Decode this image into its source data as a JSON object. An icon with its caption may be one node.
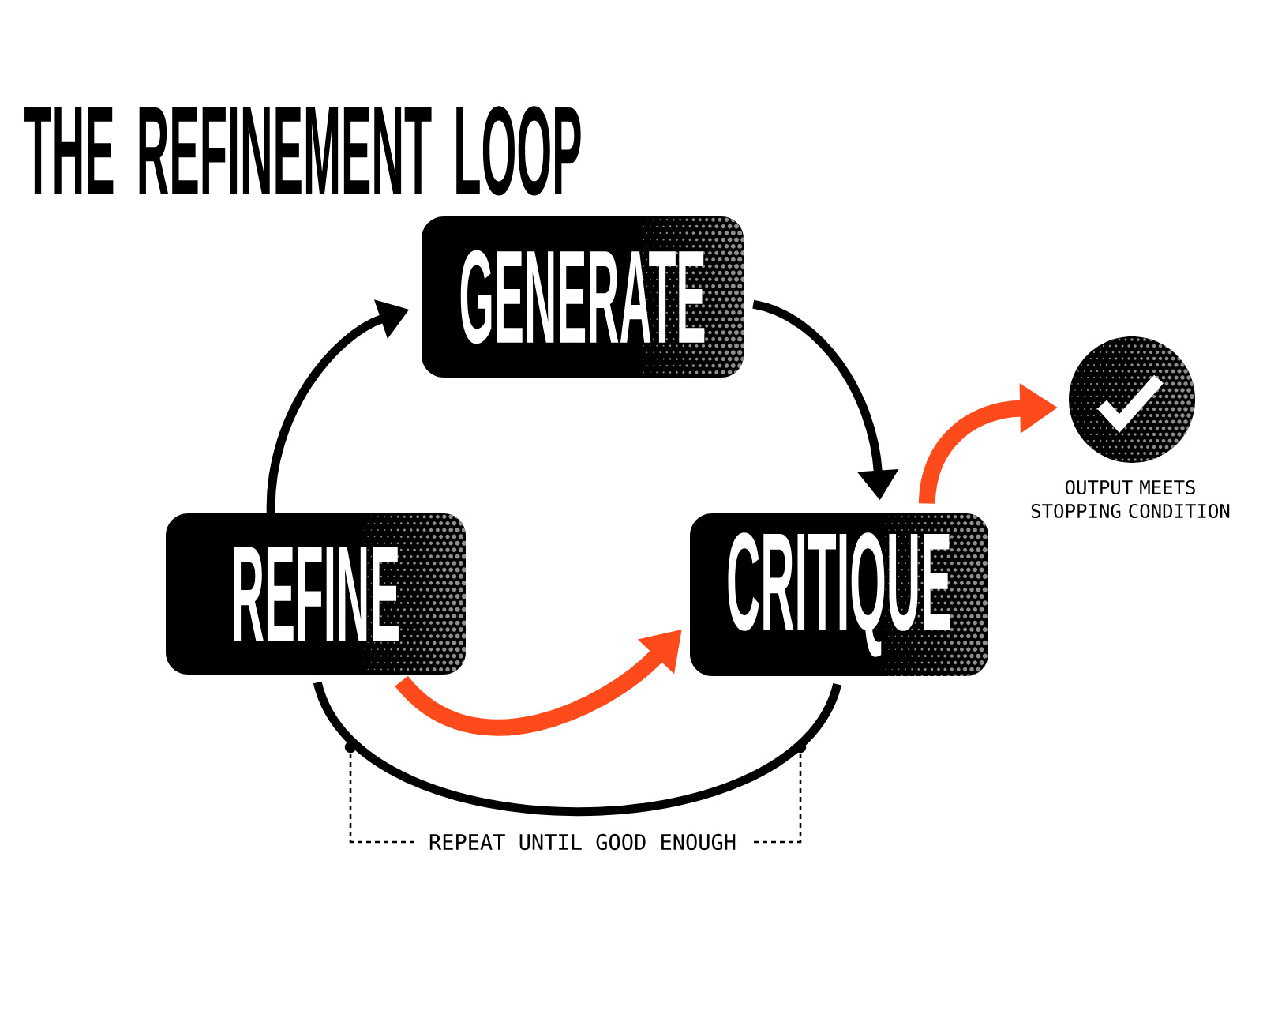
{
  "diagram": {
    "title": "THE REFINEMENT LOOP",
    "nodes": [
      {
        "text": [
          "GENERATE"
        ]
      },
      {
        "text": [],
        "shape": "circle",
        "beside": [
          "OUTPUT MEETS STOPPING CONDITION"
        ]
      },
      {
        "text": [
          "REFINE"
        ]
      },
      {
        "text": [
          "CRITIQUE"
        ]
      }
    ],
    "edges": [
      {
        "from": 2,
        "to": 0,
        "arrow": "to"
      },
      {
        "from": 0,
        "to": 3,
        "arrow": "to"
      },
      {
        "from": 3,
        "to": 2,
        "arrow": "none"
      },
      {
        "from": 2,
        "to": 3,
        "arrow": "to",
        "style": "thick",
        "color": "#ff4a1c"
      },
      {
        "from": 3,
        "to": 1,
        "arrow": "to",
        "style": "thick",
        "color": "#ff4a1c"
      }
    ],
    "labels": [
      "REPEAT UNTIL GOOD ENOUGH"
    ]
  }
}
